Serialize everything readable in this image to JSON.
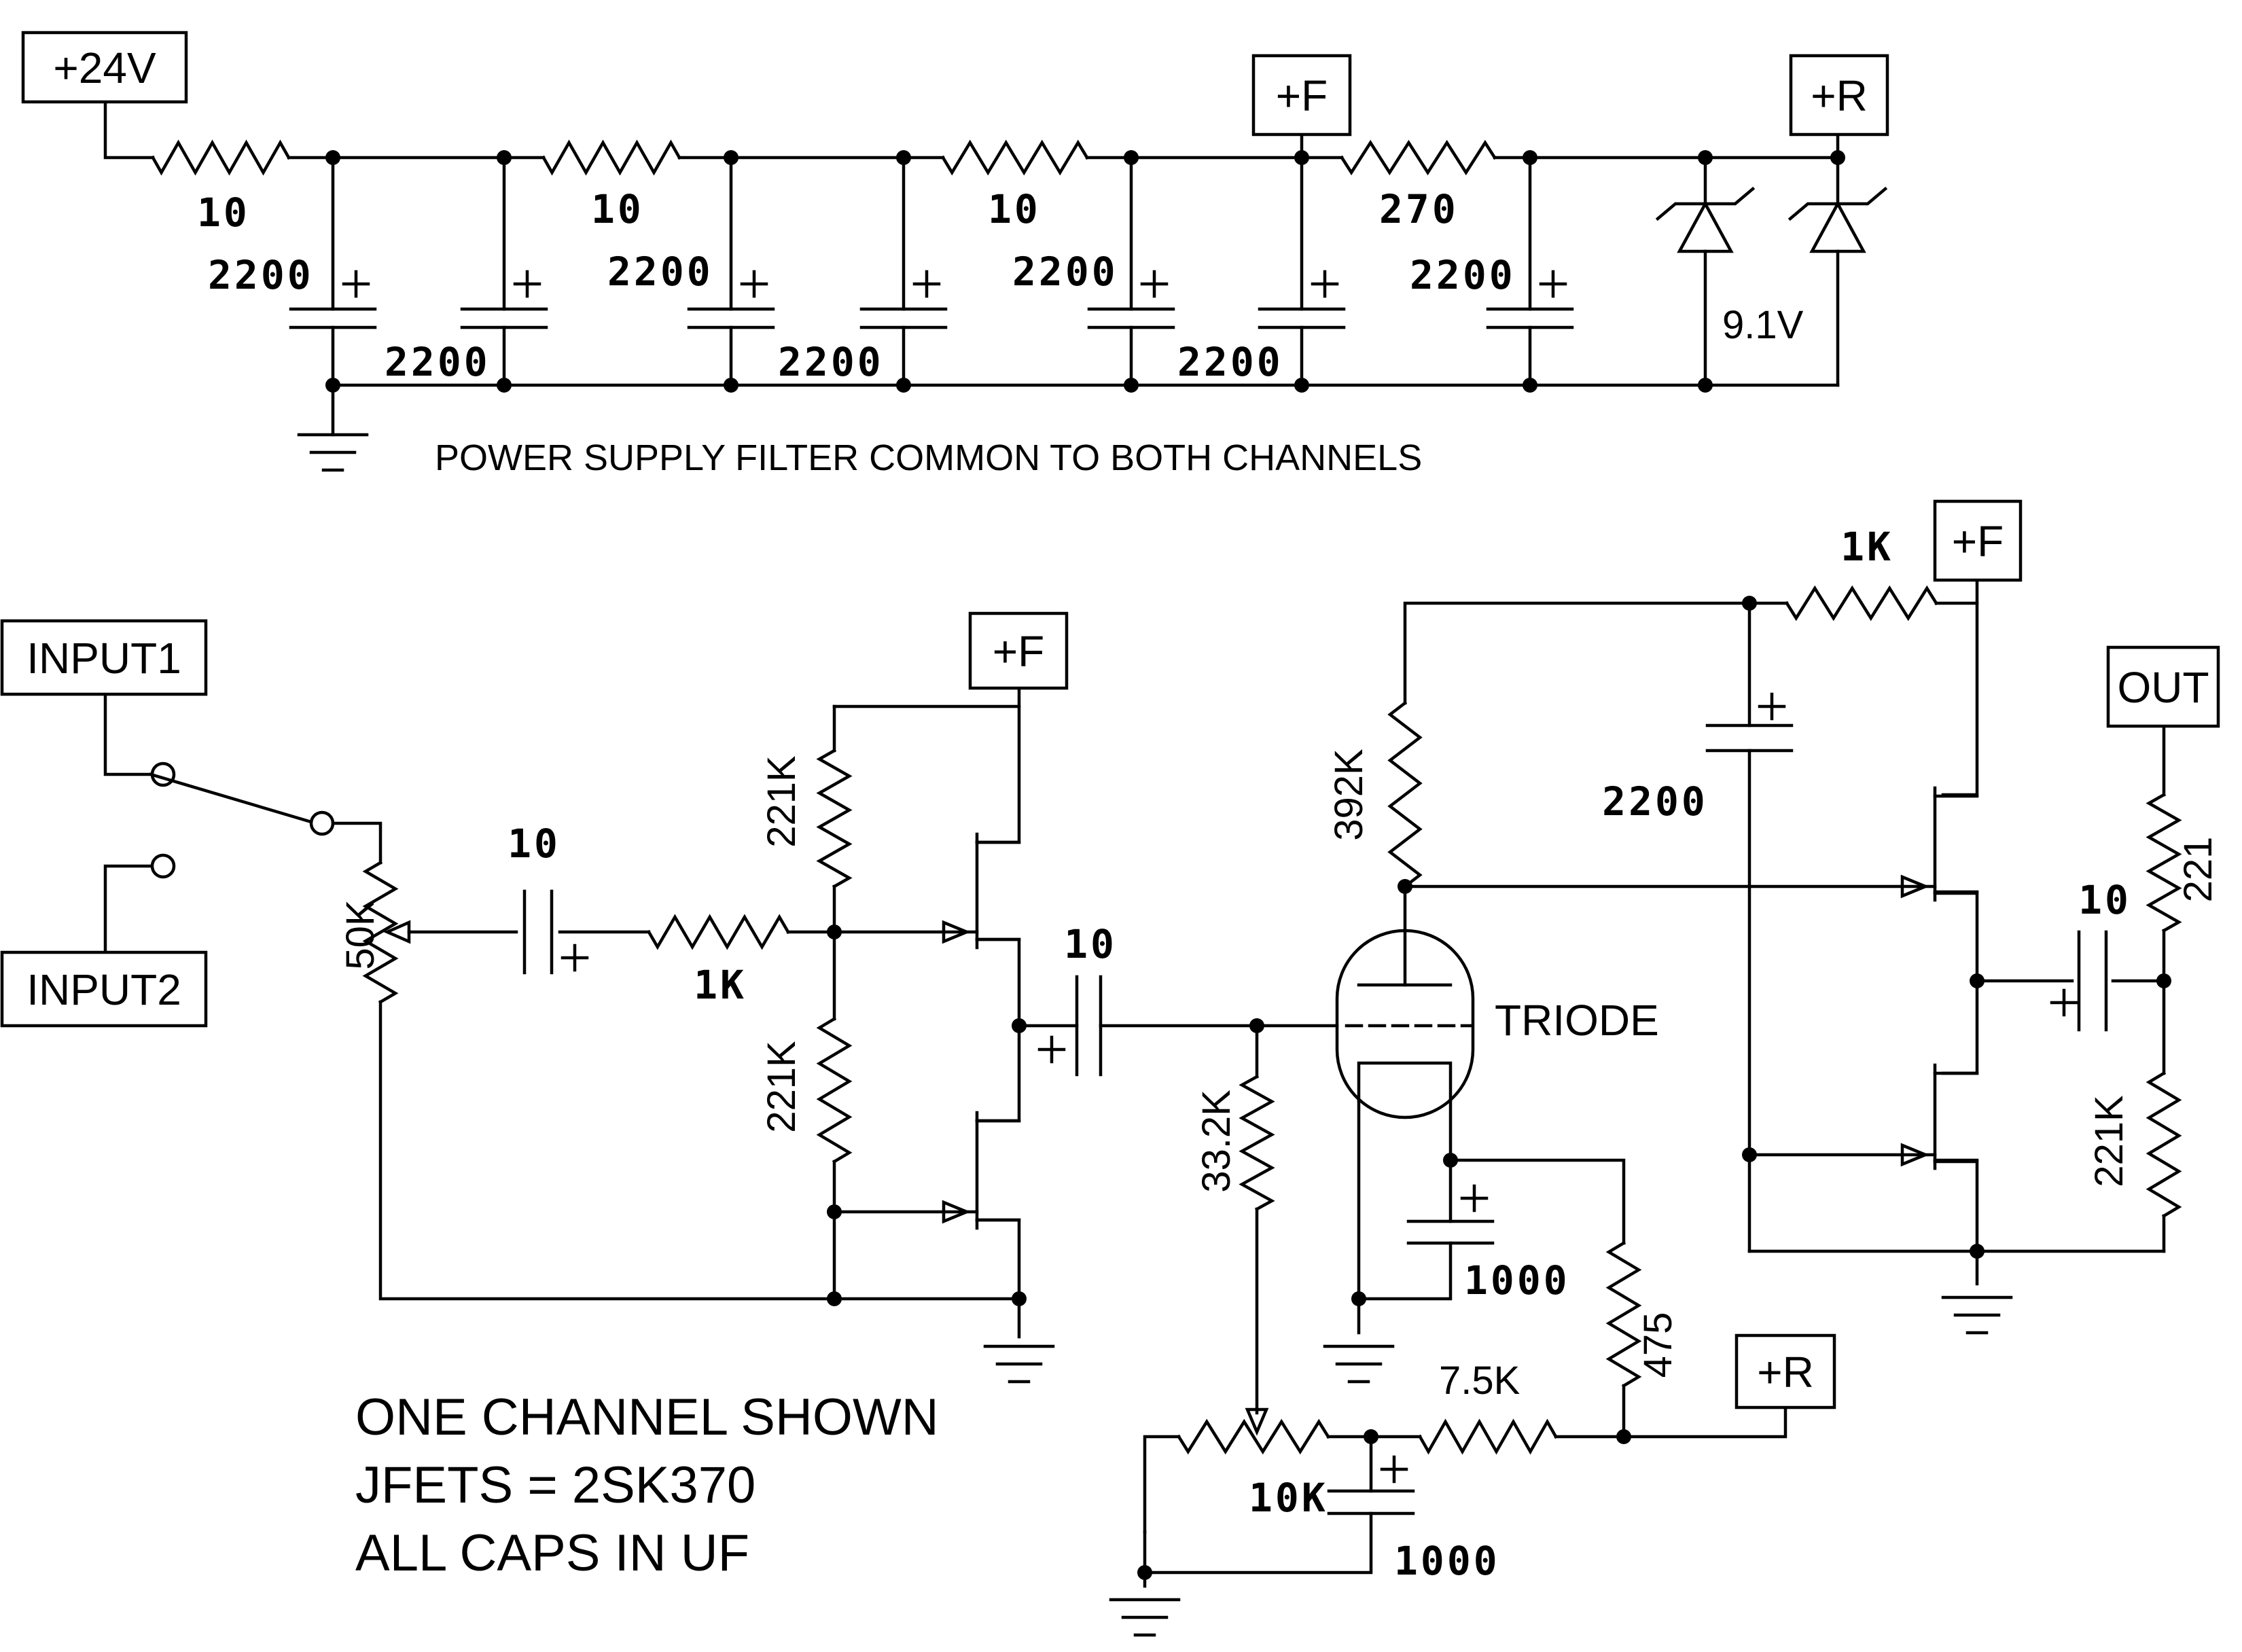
{
  "terminals": {
    "supply_in": "+24V",
    "f_rail_top": "+F",
    "r_rail_top": "+R",
    "input1": "INPUT1",
    "input2": "INPUT2",
    "f_rail_input_stage": "+F",
    "f_rail_output_stage": "+F",
    "output": "OUT",
    "r_rail_bias": "+R"
  },
  "psu": {
    "r1": "10",
    "r2": "10",
    "r3": "10",
    "r4": "270",
    "c1": "2200",
    "c2": "2200",
    "c3": "2200",
    "c4": "2200",
    "c5": "2200",
    "c6": "2200",
    "c7": "2200",
    "zener": "9.1V",
    "caption": "POWER SUPPLY FILTER COMMON TO BOTH CHANNELS"
  },
  "channel": {
    "pot_volume": "50K",
    "c_in": "10",
    "r_gate": "1K",
    "r_div_top": "221K",
    "r_div_bot": "221K",
    "c_couple": "10",
    "r_grid": "33.2K",
    "r_plate": "392K",
    "tube": "TRIODE",
    "c_cathode": "1000",
    "r_cathode": "475",
    "r_bias_series": "7.5K",
    "pot_bias": "10K",
    "c_bias": "1000",
    "r_out_feed": "1K",
    "c_out_filter": "2200",
    "c_out": "10",
    "r_out_series": "221",
    "r_out_load": "221K"
  },
  "notes": {
    "line1": "ONE CHANNEL SHOWN",
    "line2": "JFETS = 2SK370",
    "line3": "ALL CAPS IN UF"
  }
}
